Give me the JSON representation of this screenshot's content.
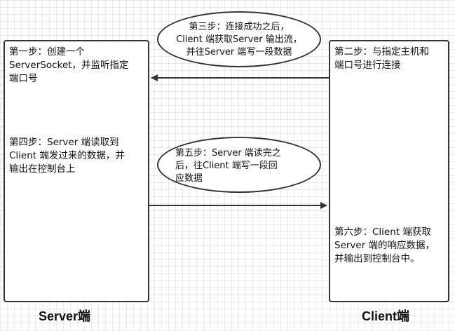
{
  "server": {
    "step1": "第一步：创建一个\nServerSocket，并监听指定\n端口号",
    "step4": "第四步：Server 端读取到\nClient 端发过来的数据，并\n输出在控制台上",
    "label": "Server端"
  },
  "client": {
    "step2": "第二步：与指定主机和\n端口号进行连接",
    "step6": "第六步：Client 端获取\nServer 端的响应数据，\n并输出到控制台中。",
    "label": "Client端"
  },
  "messages": {
    "step3": "第三步：连接成功之后，\nClient 端获取Server 输出流，\n并往Server 端写一段数据",
    "step5": "第五步：Server 端读完之\n后，往Client 端写一段回\n应数据"
  }
}
